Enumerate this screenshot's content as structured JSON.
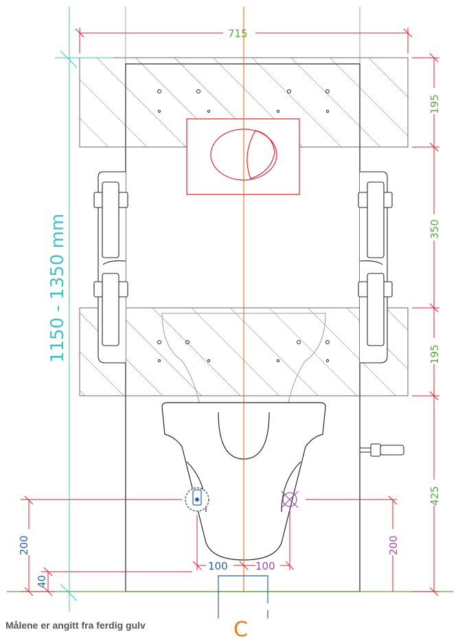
{
  "colors": {
    "green": "#5aaa3c",
    "red": "#e0202e",
    "blue": "#2a5ea8",
    "purple": "#a048a8",
    "cyan": "#40c0c8",
    "orange": "#f07820",
    "outline": "#222222",
    "hatch": "#555555"
  },
  "dimensions": {
    "width_total": "715",
    "height_range": "1150 - 1350 mm",
    "right_top": "195",
    "right_middle": "350",
    "right_lower": "195",
    "right_bottom": "425",
    "left_blue_height": "200",
    "left_floor_offset": "40",
    "blue_center_offset": "100",
    "purple_center_offset": "100",
    "right_purple_height": "200"
  },
  "centerline_label": "C",
  "note": "Målene er angitt fra ferdig gulv"
}
